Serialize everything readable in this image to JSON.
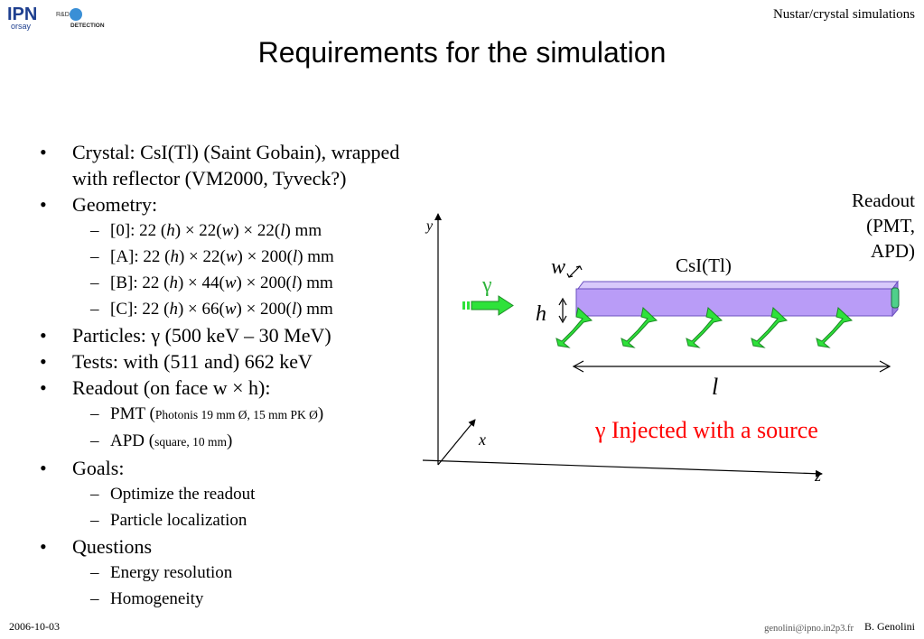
{
  "header": {
    "logo_ipn_text": "IPN",
    "logo_ipn_sub": "orsay",
    "logo_rd_text": "R&D",
    "logo_detection_text": "DETECTION",
    "right_text": "Nustar/crystal simulations"
  },
  "title": "Requirements for the simulation",
  "bullets": {
    "crystal": "Crystal: CsI(Tl) (Saint Gobain), wrapped with reflector (VM2000, Tyveck?)",
    "geometry": "Geometry:",
    "geom_items": [
      {
        "pre": "[0]: 22 (",
        "h": "h",
        "mid1": ") × 22(",
        "w": "w",
        "mid2": ") × 22(",
        "l": "l",
        "post": ") mm"
      },
      {
        "pre": "[A]: 22 (",
        "h": "h",
        "mid1": ") × 22(",
        "w": "w",
        "mid2": ") × 200(",
        "l": "l",
        "post": ") mm"
      },
      {
        "pre": "[B]: 22 (",
        "h": "h",
        "mid1": ") × 44(",
        "w": "w",
        "mid2": ") × 200(",
        "l": "l",
        "post": ") mm"
      },
      {
        "pre": "[C]: 22 (",
        "h": "h",
        "mid1": ") × 66(",
        "w": "w",
        "mid2": ") × 200(",
        "l": "l",
        "post": ") mm"
      }
    ],
    "particles": "Particles: γ (500 keV – 30 MeV)",
    "tests": "Tests: with (511 and) 662 keV",
    "readout": "Readout (on face w × h):",
    "readout_items": [
      {
        "pre": "PMT (",
        "small": "Photonis 19 mm Ø, 15 mm PK Ø",
        "post": ")"
      },
      {
        "pre": "APD (",
        "small": "square, 10 mm",
        "post": ")"
      }
    ],
    "goals": "Goals:",
    "goal_items": [
      "Optimize the readout",
      "Particle localization"
    ],
    "questions": "Questions",
    "question_items": [
      "Energy resolution",
      "Homogeneity"
    ]
  },
  "diagram": {
    "axis_y": "y",
    "axis_x": "x",
    "axis_z": "z",
    "label_w": "w",
    "label_h": "h",
    "label_l": "l",
    "label_gamma": "γ",
    "label_crystal": "CsI(Tl)",
    "readout_lines": [
      "Readout",
      "(PMT,",
      "APD)"
    ],
    "injected": "γ Injected with a source",
    "colors": {
      "crystal": "#b99cf7",
      "arrow": "#2ee23a",
      "injected": "#ff0000",
      "readout": "#4fd08a"
    }
  },
  "footer": {
    "date": "2006-10-03",
    "email": "genolini@ipno.in2p3.fr",
    "author": "B. Genolini"
  }
}
